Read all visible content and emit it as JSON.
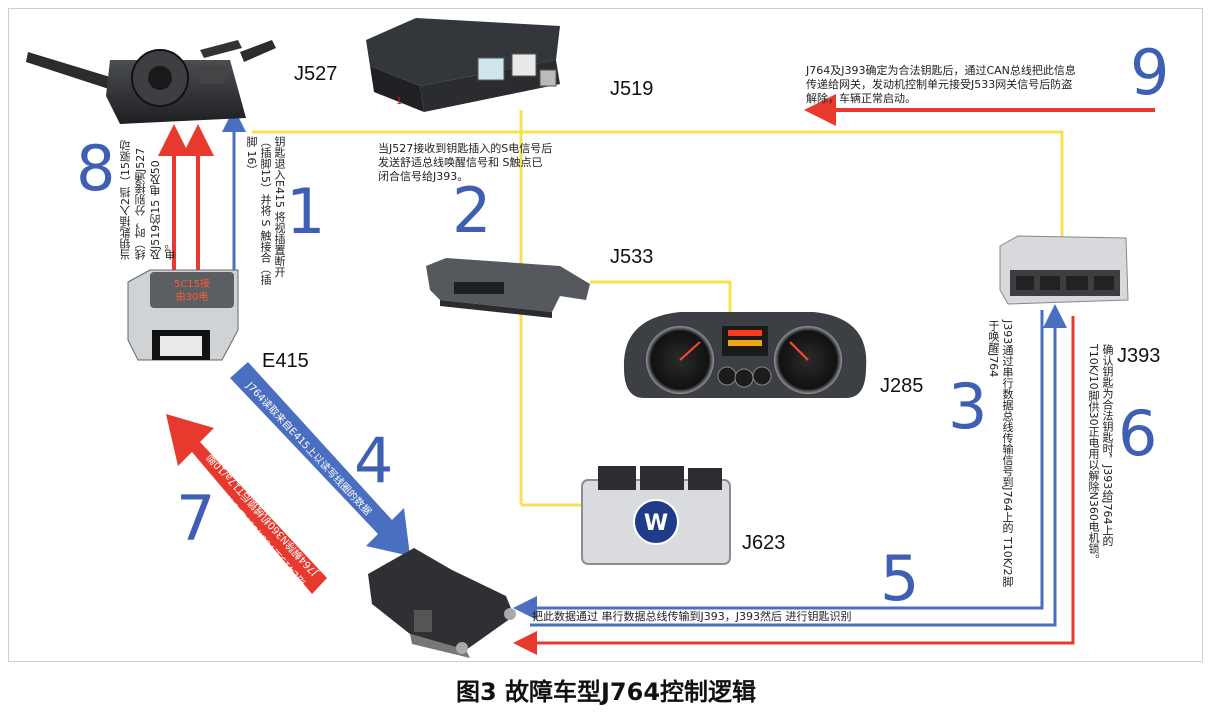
{
  "caption": "图3 故障车型J764控制逻辑",
  "colors": {
    "red": "#e8392e",
    "blue": "#4a6fc0",
    "yellow": "#f4e24e",
    "step_number": "#3e5fb3"
  },
  "components": {
    "j527": "J527",
    "j519": "J519",
    "j533": "J533",
    "j285": "J285",
    "j623": "J623",
    "j393": "J393",
    "e415": "E415",
    "j519_marker": "1",
    "e415_badge_line1": "5C15接",
    "e415_badge_line2": "由30电"
  },
  "steps": [
    "1",
    "2",
    "3",
    "4",
    "5",
    "6",
    "7",
    "8",
    "9"
  ],
  "notes": {
    "step1": "钥匙退入E415 将视插置断开（插脚15）并将 S 触接合（插脚 16）",
    "step2_l1": "当J527接收到钥匙插入的S电信号后",
    "step2_l2": "发送舒适总线唤醒信号和 S触点已",
    "step2_l3": "闭合信号给J393。",
    "step3": "J393通过串行数据总线传输信号到J764上的 T10K/2脚于唤醒J764",
    "step4": "J764读取来自E415上以读写线圈的数据",
    "step5": "把此数据通过  串行数据总线传输到J393，J393然后 进行钥匙识别",
    "step6": "确认钥匙为合法钥匙时，J393给J764上的T10K/10脚供30正电用以解除N360电机锁。",
    "step7_l1": "J764解除N360机械锁后T17a/10脚",
    "step7_l2": "给E415上T6ar/5脚信号将钥匙解锁",
    "step8": "当钥匙插入2挡（15驱动线）时，分别接通J527及J519的15 电及50电。",
    "step9_l1": "J764及J393确定为合法钥匙后，通过CAN总线把此信息",
    "step9_l2": "传递给网关，发动机控制单元接受J533网关信号后防盗",
    "step9_l3": "解除，车辆正常启动。"
  }
}
